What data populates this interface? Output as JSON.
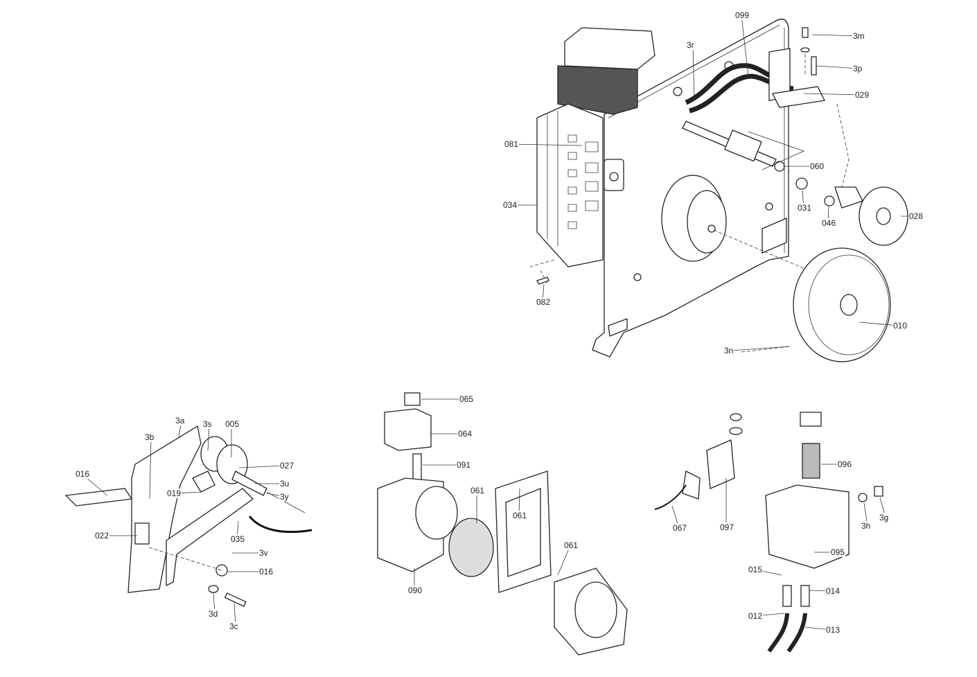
{
  "title": "Exploded parts diagram",
  "labels": [
    "099",
    "3m",
    "3r",
    "3p",
    "029",
    "081",
    "060",
    "031",
    "046",
    "028",
    "034",
    "082",
    "010",
    "3n",
    "3a",
    "3s",
    "005",
    "3b",
    "027",
    "016",
    "3u",
    "019",
    "3y",
    "022",
    "035",
    "3v",
    "016",
    "3d",
    "3c",
    "065",
    "064",
    "091",
    "061",
    "061",
    "061",
    "090",
    "096",
    "097",
    "067",
    "3h",
    "3g",
    "095",
    "015",
    "014",
    "012",
    "013"
  ]
}
